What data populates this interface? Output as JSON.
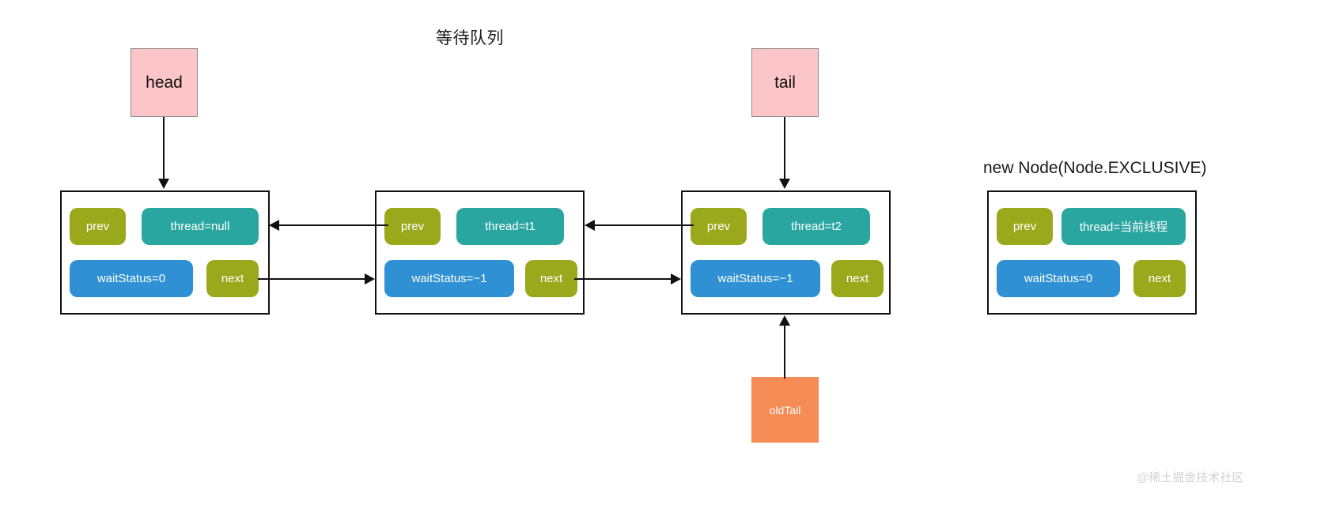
{
  "diagram": {
    "title": "等待队列",
    "new_node_label": "new Node(Node.EXCLUSIVE)",
    "watermark": "@稀土掘金技术社区",
    "colors": {
      "pointer_box_fill": "#fcc5c8",
      "pointer_box_border": "#8c8c8c",
      "oldtail_fill": "#f58b55",
      "prev_next_pill": "#9aa81b",
      "thread_pill": "#2aa6a0",
      "status_pill": "#2f90d4",
      "node_border": "#111111",
      "connector": "#111111",
      "watermark": "#d2d2d2"
    }
  },
  "pointers": {
    "head": "head",
    "tail": "tail",
    "old_tail": "oldTail"
  },
  "nodes": [
    {
      "id": "node-head",
      "prev": "prev",
      "thread": "thread=null",
      "wait_status": "waitStatus=0",
      "next": "next"
    },
    {
      "id": "node-t1",
      "prev": "prev",
      "thread": "thread=t1",
      "wait_status": "waitStatus=−1",
      "next": "next"
    },
    {
      "id": "node-t2",
      "prev": "prev",
      "thread": "thread=t2",
      "wait_status": "waitStatus=−1",
      "next": "next"
    },
    {
      "id": "node-new",
      "prev": "prev",
      "thread": "thread=当前线程",
      "wait_status": "waitStatus=0",
      "next": "next"
    }
  ]
}
